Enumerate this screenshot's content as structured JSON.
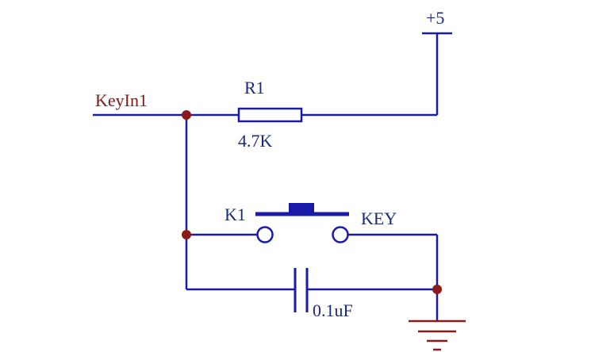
{
  "schematic": {
    "net_label": "KeyIn1",
    "power_label": "+5",
    "resistor": {
      "ref": "R1",
      "value": "4.7K"
    },
    "switch": {
      "ref": "K1",
      "value": "KEY"
    },
    "capacitor": {
      "value": "0.1uF"
    },
    "colors": {
      "wire": "#1a1aa8",
      "junction": "#8b1a1a",
      "net_label": "#7a1a1a",
      "ground": "#8b1a1a"
    }
  }
}
